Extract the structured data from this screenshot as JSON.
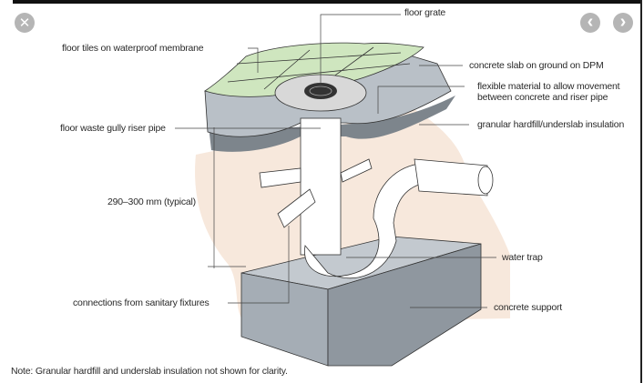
{
  "viewer": {
    "close_icon": "close-icon",
    "prev_icon": "chevron-left-icon",
    "next_icon": "chevron-right-icon",
    "close_glyph": "✕",
    "prev_glyph": "‹",
    "next_glyph": "›"
  },
  "diagram": {
    "labels": {
      "floor_tiles": "floor tiles on waterproof membrane",
      "floor_grate": "floor grate",
      "concrete_slab": "concrete slab on ground on DPM",
      "flexible_material_line1": "flexible material to allow movement",
      "flexible_material_line2": "between concrete and riser pipe",
      "riser_pipe": "floor waste gully riser pipe",
      "granular_hardfill": "granular hardfill/underslab insulation",
      "dimension": "290–300 mm (typical)",
      "water_trap": "water trap",
      "connections": "connections from sanitary fixtures",
      "concrete_support": "concrete support"
    },
    "note": "Note: Granular hardfill and underslab insulation not shown for clarity.",
    "colors": {
      "tiles": "#cfe6bf",
      "slab": "#b9c0c7",
      "slab_dark": "#7d858c",
      "hardfill": "#f7e8dc",
      "support_top": "#c3c9cf",
      "support_front": "#a5adb5",
      "support_side": "#8f979f",
      "pipe": "#ffffff",
      "grate": "#d8d8d8"
    }
  }
}
